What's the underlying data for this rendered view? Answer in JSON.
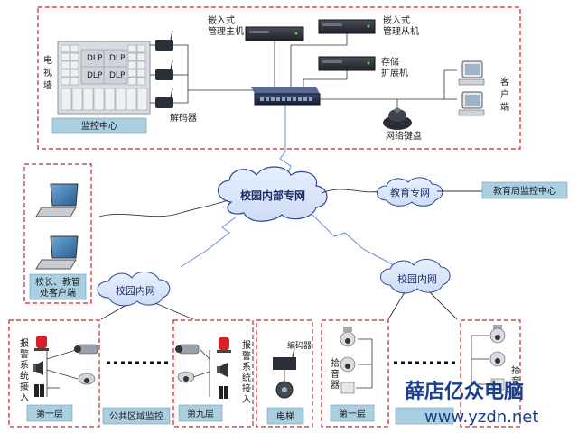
{
  "monitor_center": {
    "title": "监控中心",
    "video_wall_label": "电视墙",
    "dlp_label": "DLP",
    "decoder_label": "解码器",
    "embedded_master_label": "嵌入式\n管理主机",
    "embedded_slave_label": "嵌入式\n管理从机",
    "storage_label": "存储\n扩展机",
    "client_label": "客户端",
    "keyboard_label": "网络键盘"
  },
  "network": {
    "campus_private": "校园内部专网",
    "education_net": "教育专网",
    "education_center": "教育局监控中心",
    "campus_lan_left": "校园内网",
    "campus_lan_right": "校园内网"
  },
  "principal": {
    "label": "校长、教管\n处客户端"
  },
  "bottom": {
    "alarm_left": "报\n警\n系\n统\n接\n入",
    "alarm_right": "报\n警\n系\n统\n接\n入",
    "floor1": "第一层",
    "public_area": "公共区域监控",
    "floor9": "第九层",
    "encoder": "编码器",
    "elevator": "电梯",
    "pickup_left": "拾\n音\n器",
    "floor1_right": "第一层",
    "pickup_right": "拾\n音\n器"
  },
  "watermark": {
    "brand": "薛店亿众电脑",
    "url": "www.yzdn.net"
  }
}
